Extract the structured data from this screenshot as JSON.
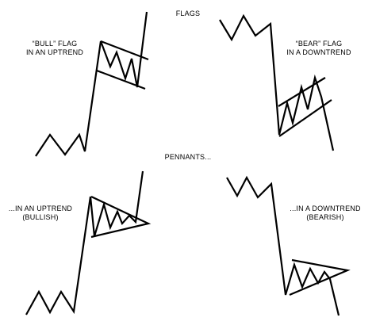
{
  "headings": {
    "flags": "FLAGS",
    "pennants": "PENNANTS..."
  },
  "labels": {
    "bull_flag_line1": "“BULL” FLAG",
    "bull_flag_line2": "IN AN UPTREND",
    "bear_flag_line1": "“BEAR” FLAG",
    "bear_flag_line2": "IN A DOWNTREND",
    "bull_pennant_line1": "...IN AN UPTREND",
    "bull_pennant_line2": "(BULLISH)",
    "bear_pennant_line1": "...IN A DOWNTREND",
    "bear_pennant_line2": "(BEARISH)"
  },
  "colors": {
    "ink": "#000000",
    "background": "#ffffff"
  }
}
